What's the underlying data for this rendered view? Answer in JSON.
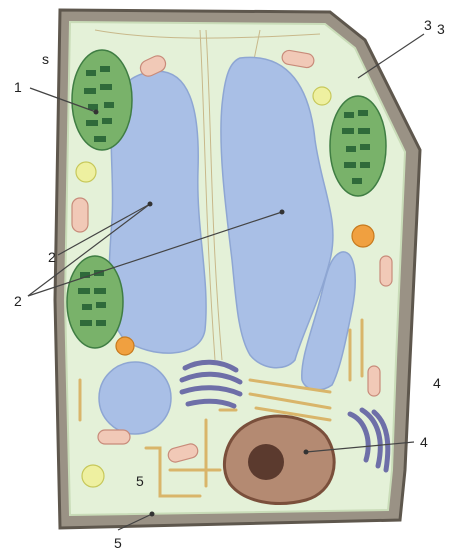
{
  "diagram": {
    "type": "plant-cell",
    "labels": {
      "s": "s",
      "one": "1",
      "two_upper": "2",
      "two_lower": "2",
      "three_a": "3",
      "three_b": "3",
      "four_side": "4",
      "four_pointer": "4",
      "five_inner": "5",
      "five_outer": "5"
    }
  },
  "colors": {
    "cell_wall": "#8a8275",
    "cell_wall_dark": "#5e574d",
    "cytoplasm": "#e4f1d8",
    "vacuole": "#a9bfe6",
    "chloroplast": "#79b26a",
    "thylakoid": "#2f6a3a",
    "mitochondrion": "#f1c9b7",
    "nucleus": "#b48a72",
    "nucleolus": "#5b3a2e",
    "golgi": "#6e6fa8",
    "er": "#d9b56a",
    "orange_organelle": "#f0a040",
    "yellow_organelle": "#eef0a0"
  }
}
